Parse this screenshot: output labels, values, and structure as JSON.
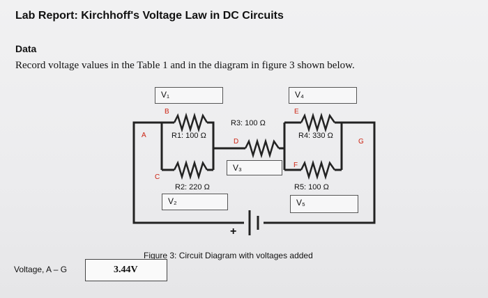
{
  "header": {
    "title": "Lab Report: Kirchhoff's Voltage Law in DC Circuits",
    "section": "Data",
    "instruction": "Record voltage values in the Table 1 and in the diagram in figure 3 shown below."
  },
  "figure": {
    "caption": "Figure 3: Circuit Diagram with voltages added",
    "voltage_boxes": {
      "v1": "V₁",
      "v2": "V₂",
      "v3": "V₃",
      "v4": "V₄",
      "v5": "V₅"
    },
    "resistors": {
      "r1": "R1: 100 Ω",
      "r2": "R2: 220 Ω",
      "r3": "R3: 100 Ω",
      "r4": "R4: 330 Ω",
      "r5": "R5: 100 Ω"
    },
    "nodes": {
      "a": "A",
      "b": "B",
      "c": "C",
      "d": "D",
      "e": "E",
      "f": "F",
      "g": "G"
    },
    "battery_plus": "+"
  },
  "measurement": {
    "label": "Voltage, A – G",
    "value": "3.44V"
  }
}
